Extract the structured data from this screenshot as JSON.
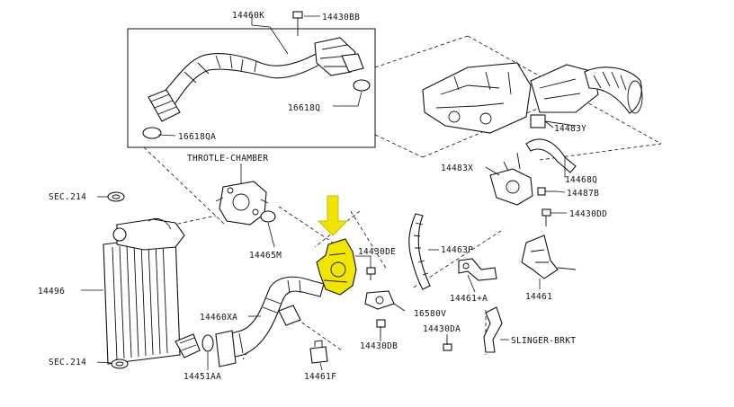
{
  "diagram": {
    "labels": {
      "p14460K": "14460K",
      "p14430BB": "14430BB",
      "p16618Q": "16618Q",
      "p16618QA": "16618QA",
      "throttle": "THROTLE-CHAMBER",
      "p14483Y": "14483Y",
      "p14468Q": "14468Q",
      "p14483X": "14483X",
      "p14487B": "14487B",
      "sec214top": "SEC.214",
      "p14465M": "14465M",
      "p14430DE": "14430DE",
      "p14463P": "14463P",
      "p14430DD": "14430DD",
      "p14496": "14496",
      "p14461A": "14461+A",
      "p14461": "14461",
      "p14460XA": "14460XA",
      "p16580V": "16580V",
      "p14430DA": "14430DA",
      "slinger": "SLINGER-BRKT",
      "p14430DB": "14430DB",
      "sec214bot": "SEC.214",
      "p14451AA": "14451AA",
      "p14461F": "14461F"
    },
    "colors": {
      "highlight": "#f2e600",
      "arrow": "#f0e400",
      "line": "#111111"
    }
  }
}
